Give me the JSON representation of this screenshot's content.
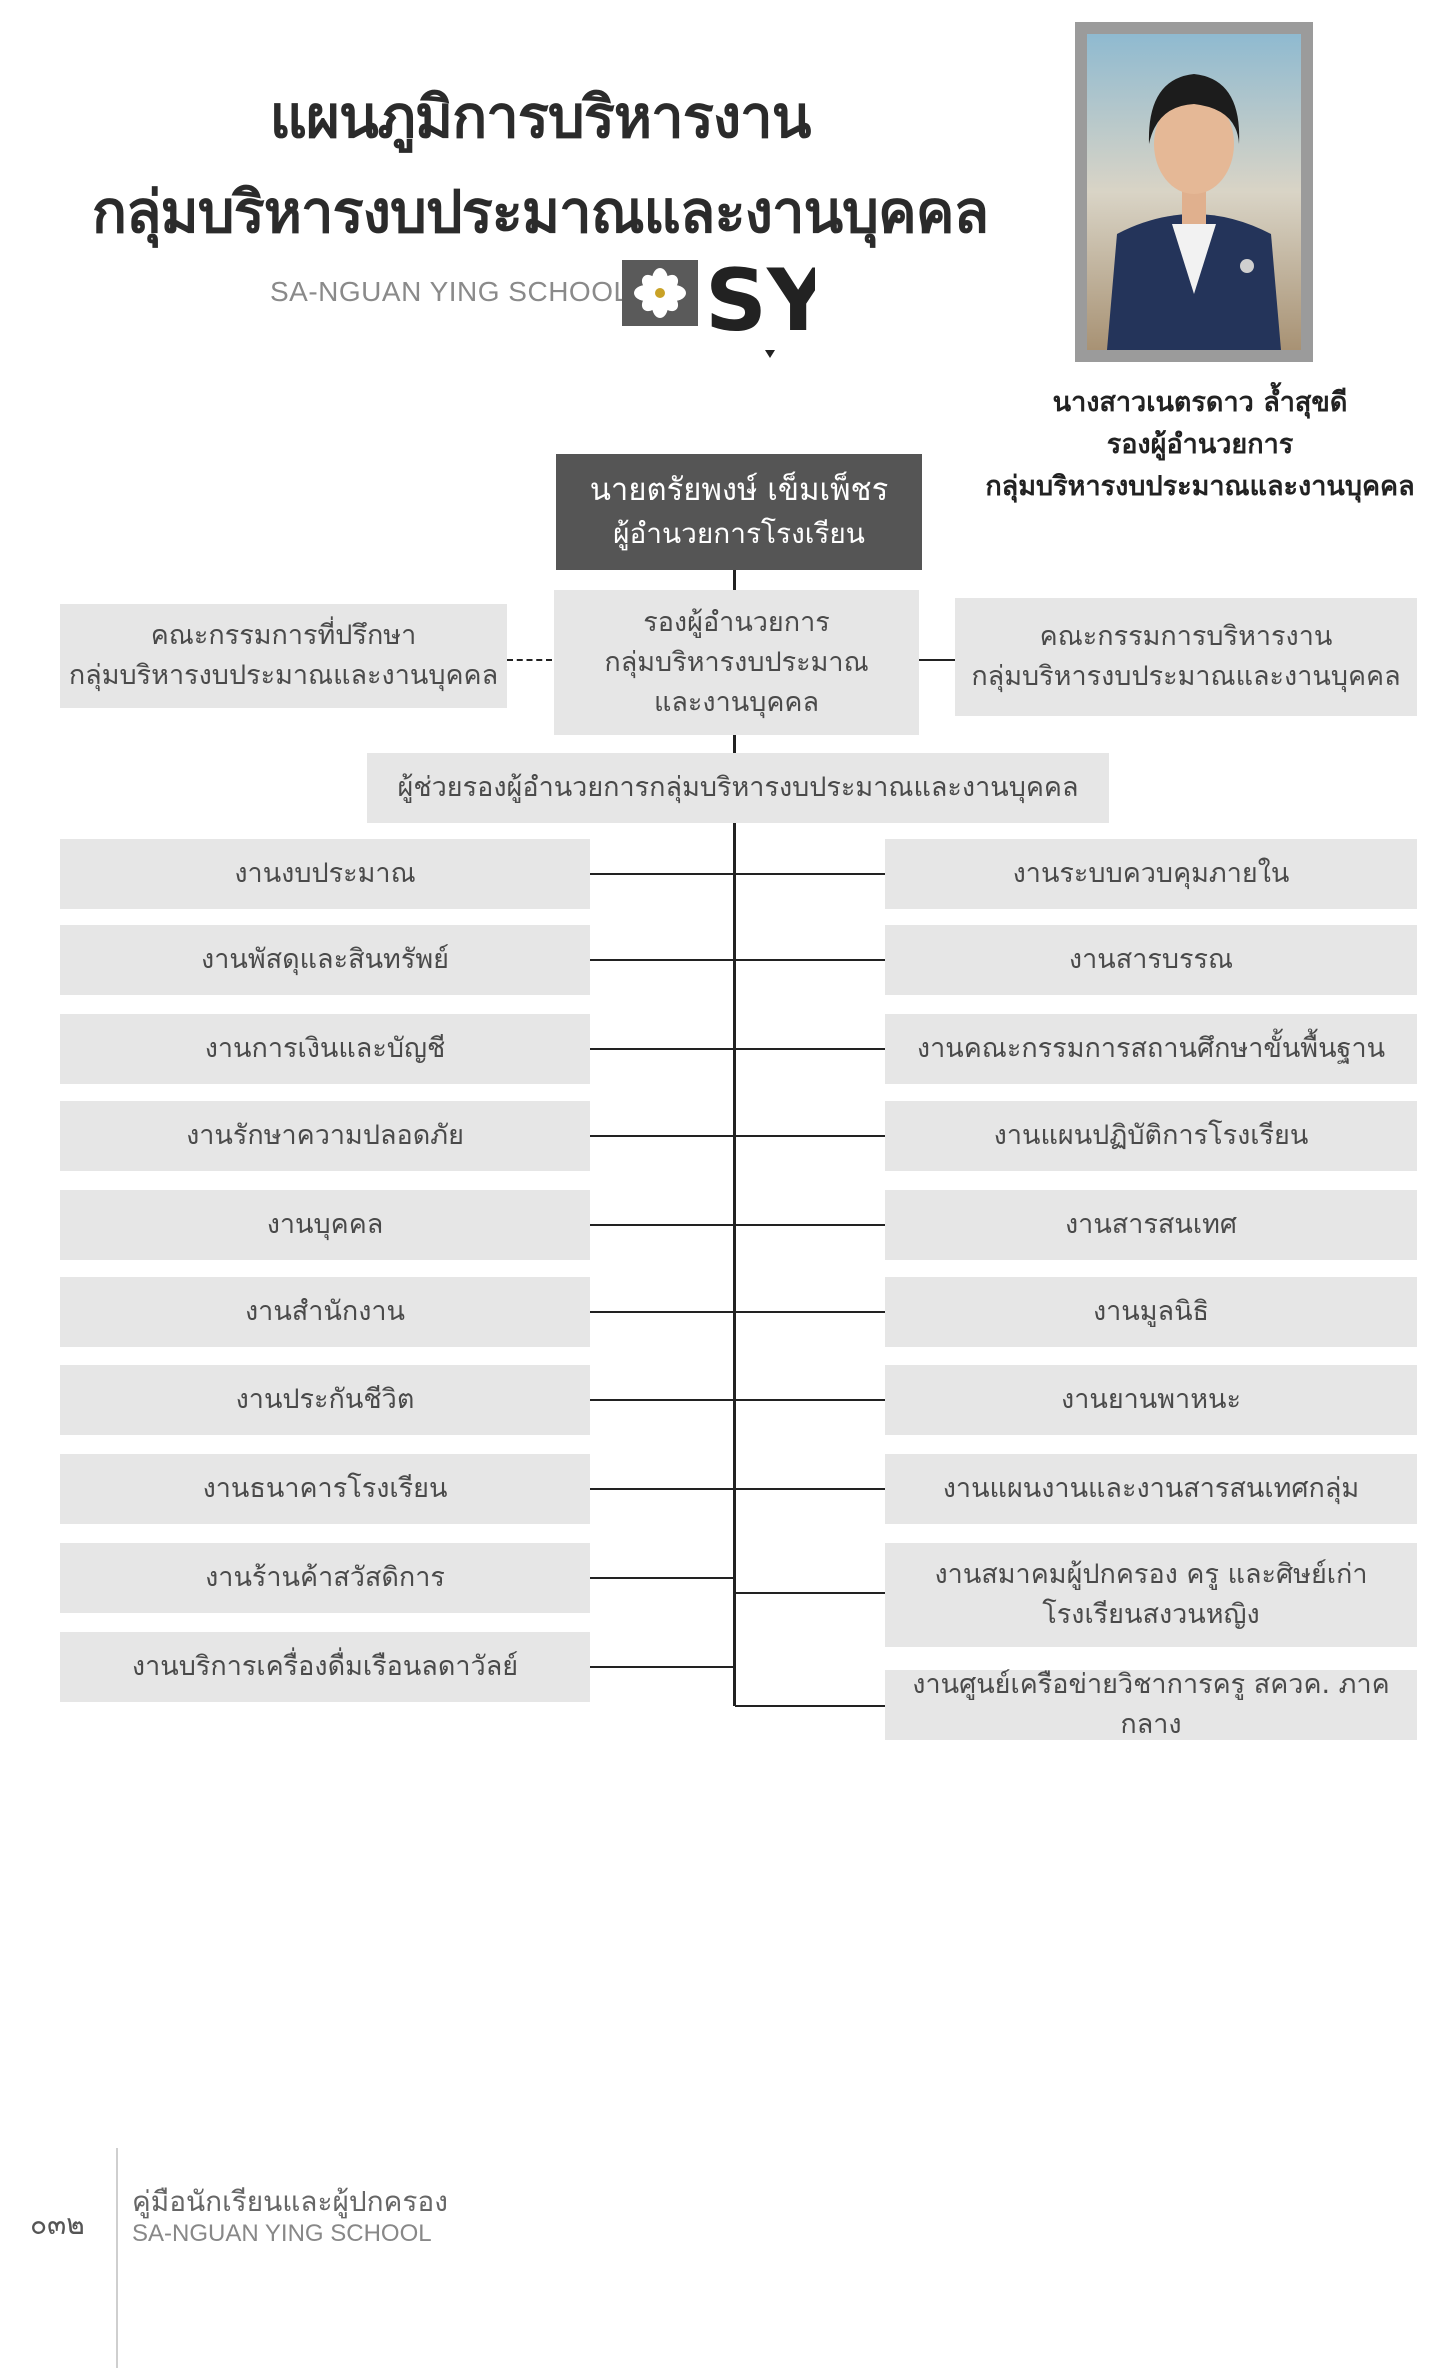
{
  "header": {
    "title_line1": "แผนภูมิการบริหารงาน",
    "title_line2": "กลุ่มบริหารงบประมาณและงานบุคคล",
    "school_name": "SA-NGUAN YING SCHOOL",
    "logo_text": "SY"
  },
  "deputy": {
    "name": "นางสาวเนตรดาว ล้ำสุขดี",
    "position": "รองผู้อำนวยการ",
    "group": "กลุ่มบริหารงบประมาณและงานบุคคล"
  },
  "chart": {
    "director": {
      "name": "นายตรัยพงษ์ เข็มเพ็ชร",
      "title": "ผู้อำนวยการโรงเรียน"
    },
    "advisory": {
      "line1": "คณะกรรมการที่ปรึกษา",
      "line2": "กลุ่มบริหารงบประมาณและงานบุคคล"
    },
    "vice": {
      "line1": "รองผู้อำนวยการ",
      "line2": "กลุ่มบริหารงบประมาณ",
      "line3": "และงานบุคคล"
    },
    "committee": {
      "line1": "คณะกรรมการบริหารงาน",
      "line2": "กลุ่มบริหารงบประมาณและงานบุคคล"
    },
    "assistant": "ผู้ช่วยรองผู้อำนวยการกลุ่มบริหารงบประมาณและงานบุคคล",
    "left_units": [
      "งานงบประมาณ",
      "งานพัสดุและสินทรัพย์",
      "งานการเงินและบัญชี",
      "งานรักษาความปลอดภัย",
      "งานบุคคล",
      "งานสำนักงาน",
      "งานประกันชีวิต",
      "งานธนาคารโรงเรียน",
      "งานร้านค้าสวัสดิการ",
      "งานบริการเครื่องดื่มเรือนลดาวัลย์"
    ],
    "right_units": [
      "งานระบบควบคุมภายใน",
      "งานสารบรรณ",
      "งานคณะกรรมการสถานศึกษาขั้นพื้นฐาน",
      "งานแผนปฏิบัติการโรงเรียน",
      "งานสารสนเทศ",
      "งานมูลนิธิ",
      "งานยานพาหนะ",
      "งานแผนงานและงานสารสนเทศกลุ่ม",
      "งานสมาคมผู้ปกครอง ครู และศิษย์เก่า",
      "โรงเรียนสงวนหญิง",
      "งานศูนย์เครือข่ายวิชาการครู สควค. ภาคกลาง"
    ]
  },
  "footer": {
    "page_number": "๐๓๒",
    "handbook": "คู่มือนักเรียนและผู้ปกครอง",
    "school": "SA-NGUAN YING SCHOOL"
  }
}
